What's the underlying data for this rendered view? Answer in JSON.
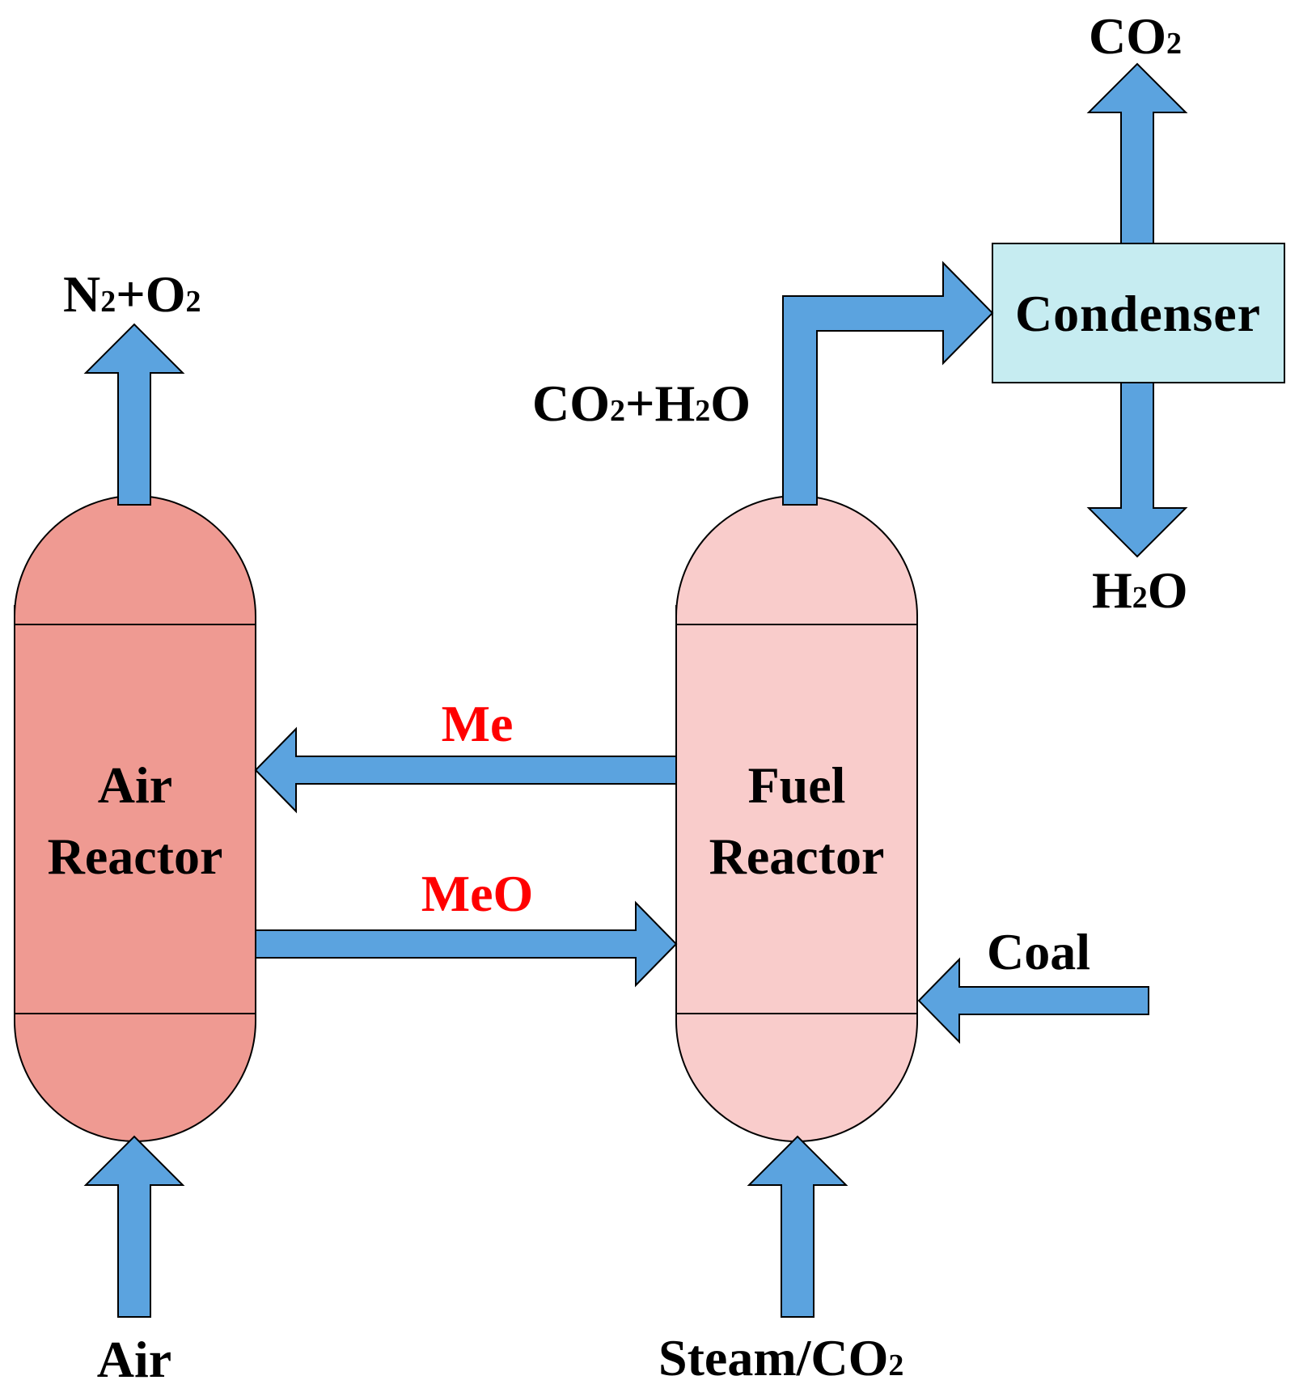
{
  "colors": {
    "arrow": "#5ba3df",
    "air_reactor": "#ef9a92",
    "fuel_reactor": "#f9cccb",
    "condenser": "#c6ecf1",
    "outline": "#000000",
    "solid_label": "#ff0000"
  },
  "reactors": {
    "air": {
      "line1": "Air",
      "line2": "Reactor"
    },
    "fuel": {
      "line1": "Fuel",
      "line2": "Reactor"
    }
  },
  "condenser": {
    "label": "Condenser"
  },
  "solids": {
    "me": "Me",
    "meo": "MeO"
  },
  "streams": {
    "co2_out": {
      "main": "CO",
      "sub": "2"
    },
    "n2_o2": {
      "p1": "N",
      "s1": "2",
      "p2": "+O",
      "s2": "2"
    },
    "co2_h2o": {
      "p1": "CO",
      "s1": "2",
      "p2": "+H",
      "s2": "2",
      "p3": "O"
    },
    "h2o_out": {
      "p1": "H",
      "s1": "2",
      "p2": "O"
    },
    "coal": "Coal",
    "air_in": "Air",
    "steam_co2": {
      "p1": "Steam/CO",
      "s1": "2"
    }
  }
}
